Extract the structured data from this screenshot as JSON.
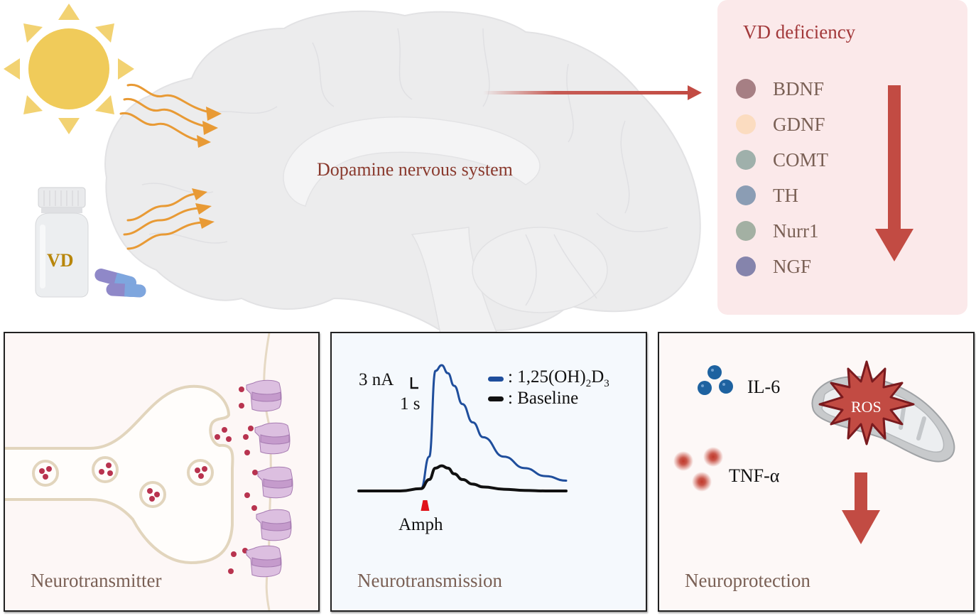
{
  "brain": {
    "label": "Dopamine nervous system"
  },
  "supplement": {
    "bottle_label": "VD"
  },
  "deficiency": {
    "title": "VD deficiency",
    "direction": "decrease",
    "markers": [
      {
        "label": "BDNF",
        "color": "#a67f84"
      },
      {
        "label": "GDNF",
        "color": "#fbdcc0"
      },
      {
        "label": "COMT",
        "color": "#9fb0ab"
      },
      {
        "label": "TH",
        "color": "#8b9db4"
      },
      {
        "label": "Nurr1",
        "color": "#a3b0a3"
      },
      {
        "label": "NGF",
        "color": "#8584ac"
      }
    ]
  },
  "panels": {
    "neurotransmitter": {
      "title": "Neurotransmitter"
    },
    "neurotransmission": {
      "title": "Neurotransmission",
      "scale_current": "3 nA",
      "scale_time": "1 s",
      "stimulus_label": "Amph",
      "legend": [
        {
          "label": ": 1,25(OH)",
          "sub1": "2",
          "mid": "D",
          "sub2": "3",
          "color": "#1f4e9c"
        },
        {
          "label": ": Baseline",
          "color": "#111111"
        }
      ]
    },
    "neuroprotection": {
      "title": "Neuroprotection",
      "cytokines": [
        {
          "label": "IL-6",
          "color": "#1e62a0"
        },
        {
          "label": "TNF-α",
          "color": "#c0392b"
        }
      ],
      "ros_label": "ROS",
      "direction": "decrease"
    }
  },
  "colors": {
    "arrow_red": "#c24b43",
    "sun": "#f0cb5a",
    "uv_arrow": "#e89a35",
    "text_brown": "#7a6055"
  },
  "chart_data": {
    "type": "line",
    "title": "",
    "xlabel": "",
    "ylabel": "",
    "scale_bars": {
      "y": "3 nA",
      "x": "1 s"
    },
    "x": [
      0,
      1,
      2,
      3,
      3.4,
      3.7,
      4.0,
      4.3,
      4.6,
      5,
      5.5,
      6,
      7,
      8,
      9,
      10
    ],
    "series": [
      {
        "name": "1,25(OH)2D3",
        "values": [
          0,
          0,
          0,
          0.2,
          3,
          10.5,
          11,
          10.3,
          9.2,
          7.6,
          6.0,
          4.7,
          3.0,
          2.0,
          1.3,
          0.9
        ]
      },
      {
        "name": "Baseline",
        "values": [
          0,
          0,
          0,
          0.2,
          1.0,
          2.0,
          2.2,
          2.0,
          1.5,
          1.0,
          0.6,
          0.35,
          0.15,
          0.05,
          0,
          0
        ]
      }
    ],
    "annotations": [
      {
        "text": "Amph",
        "x": 3.2
      }
    ],
    "legend": "top-right"
  }
}
